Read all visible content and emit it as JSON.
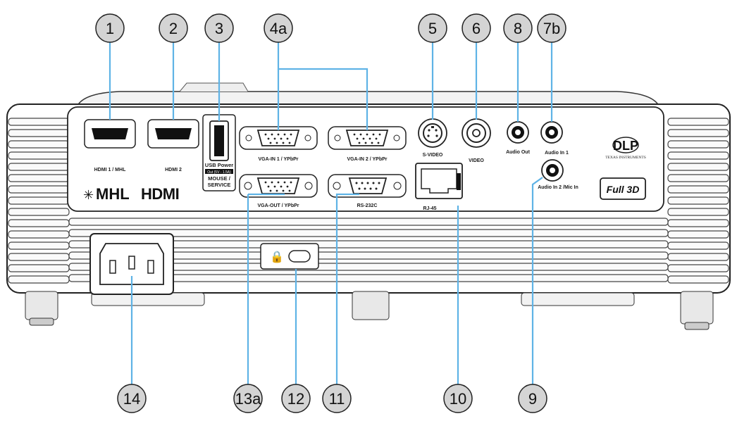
{
  "callouts": [
    {
      "id": "1",
      "label": "1"
    },
    {
      "id": "2",
      "label": "2"
    },
    {
      "id": "3",
      "label": "3"
    },
    {
      "id": "4a",
      "label": "4a"
    },
    {
      "id": "5",
      "label": "5"
    },
    {
      "id": "6",
      "label": "6"
    },
    {
      "id": "8",
      "label": "8"
    },
    {
      "id": "7b",
      "label": "7b"
    },
    {
      "id": "14",
      "label": "14"
    },
    {
      "id": "13a",
      "label": "13a"
    },
    {
      "id": "12",
      "label": "12"
    },
    {
      "id": "11",
      "label": "11"
    },
    {
      "id": "10",
      "label": "10"
    },
    {
      "id": "9",
      "label": "9"
    }
  ],
  "ports": {
    "hdmi1": "HDMI 1 / MHL",
    "hdmi2": "HDMI 2",
    "usb_power": "USB Power",
    "usb_rating": "Out (5V - 1.5A)",
    "mouse": "MOUSE /",
    "service": "SERVICE",
    "vga_in1": "VGA-IN 1 / YPbPr",
    "vga_in2": "VGA-IN 2 / YPbPr",
    "vga_out": "VGA-OUT / YPbPr",
    "rs232c": "RS-232C",
    "svideo": "S-VIDEO",
    "video": "VIDEO",
    "audio_out": "Audio Out",
    "audio_in1": "Audio In 1",
    "audio_in2": "Audio In 2 /Mic In",
    "rj45": "RJ-45"
  },
  "logos": {
    "mhl": "MHL",
    "hdmi": "HDMI",
    "dlp": "DLP",
    "dlp_sub": "TEXAS INSTRUMENTS",
    "full3d": "Full 3D"
  },
  "colors": {
    "callout_fill": "#d4d4d4",
    "leader_line": "#5fb3e6",
    "body": "#ffffff",
    "outline": "#222222"
  }
}
